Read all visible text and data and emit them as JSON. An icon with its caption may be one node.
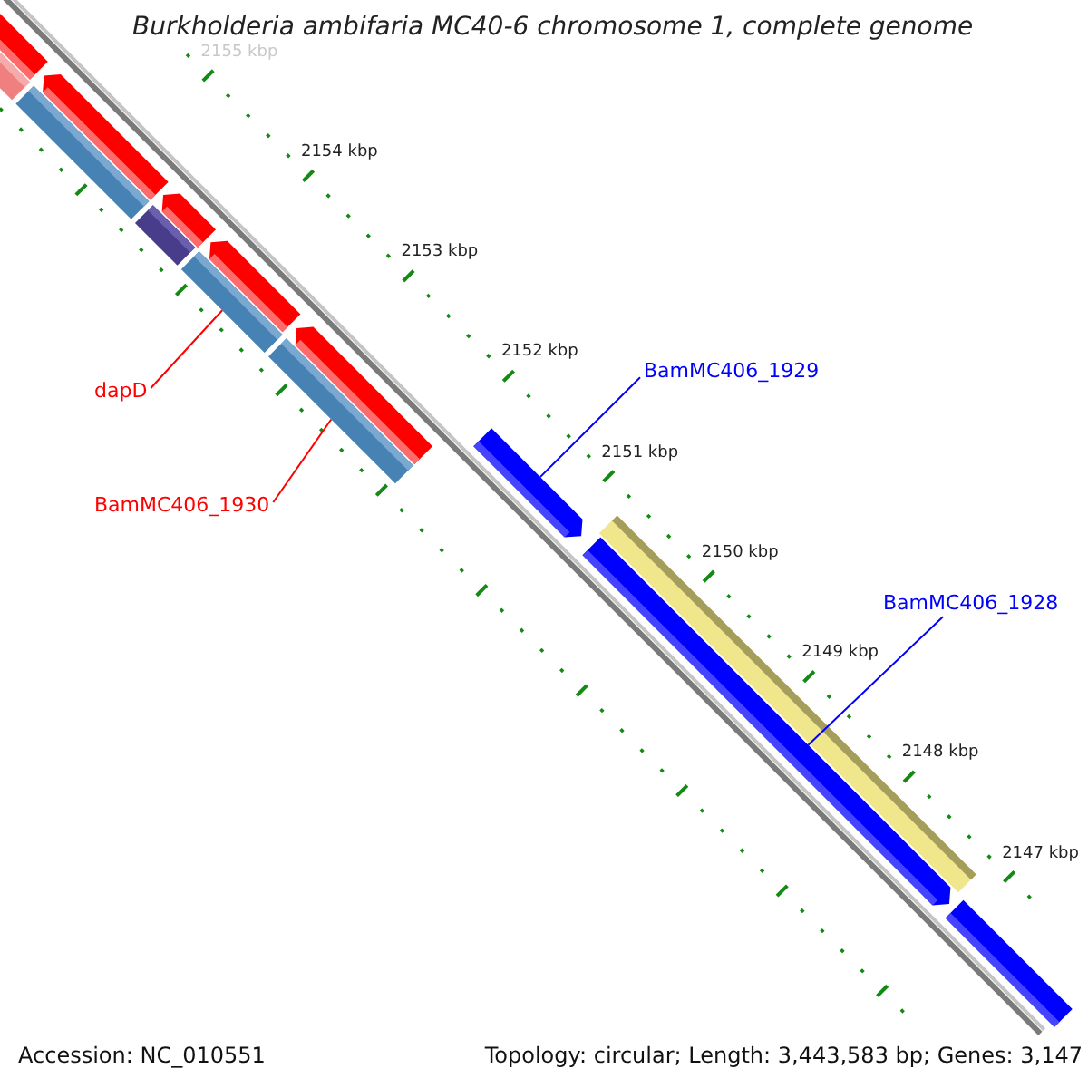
{
  "diagram": {
    "title": "Burkholderia ambifaria MC40-6 chromosome 1, complete genome",
    "nodes": [
      {
        "text": [
          "dapD"
        ]
      },
      {
        "text": [],
        "shape": "bar"
      },
      {
        "text": [
          "BamMC406_1930"
        ]
      },
      {
        "text": [],
        "shape": "bar"
      },
      {
        "text": [
          "BamMC406_1929"
        ]
      },
      {
        "text": [],
        "shape": "bar"
      },
      {
        "text": [
          "BamMC406_1928"
        ]
      },
      {
        "text": [],
        "shape": "bar"
      },
      {
        "text": [],
        "shape": "bar"
      },
      {
        "text": [],
        "shape": "bar"
      },
      {
        "text": [],
        "shape": "bar"
      },
      {
        "text": [],
        "shape": "bar"
      },
      {
        "text": [],
        "shape": "bar"
      },
      {
        "text": [],
        "shape": "bar"
      },
      {
        "text": [],
        "shape": "bar"
      },
      {
        "text": [],
        "shape": "bar"
      },
      {
        "text": [],
        "shape": "bar"
      },
      {
        "text": [],
        "shape": "bar"
      }
    ],
    "edges": [
      {
        "from": 0,
        "to": 1,
        "arrow": "none",
        "color": "#ff0000"
      },
      {
        "from": 2,
        "to": 3,
        "arrow": "none",
        "color": "#ff0000"
      },
      {
        "from": 4,
        "to": 5,
        "arrow": "none",
        "color": "#0000ff"
      },
      {
        "from": 6,
        "to": 7,
        "arrow": "none",
        "color": "#0000ff"
      }
    ],
    "labels": [
      "2155 kbp",
      "2154 kbp",
      "2153 kbp",
      "2152 kbp",
      "2151 kbp",
      "2150 kbp",
      "2149 kbp",
      "2148 kbp",
      "2147 kbp",
      "Accession: NC_010551",
      "Topology: circular; Length: 3,443,583 bp; Genes: 3,147"
    ]
  }
}
